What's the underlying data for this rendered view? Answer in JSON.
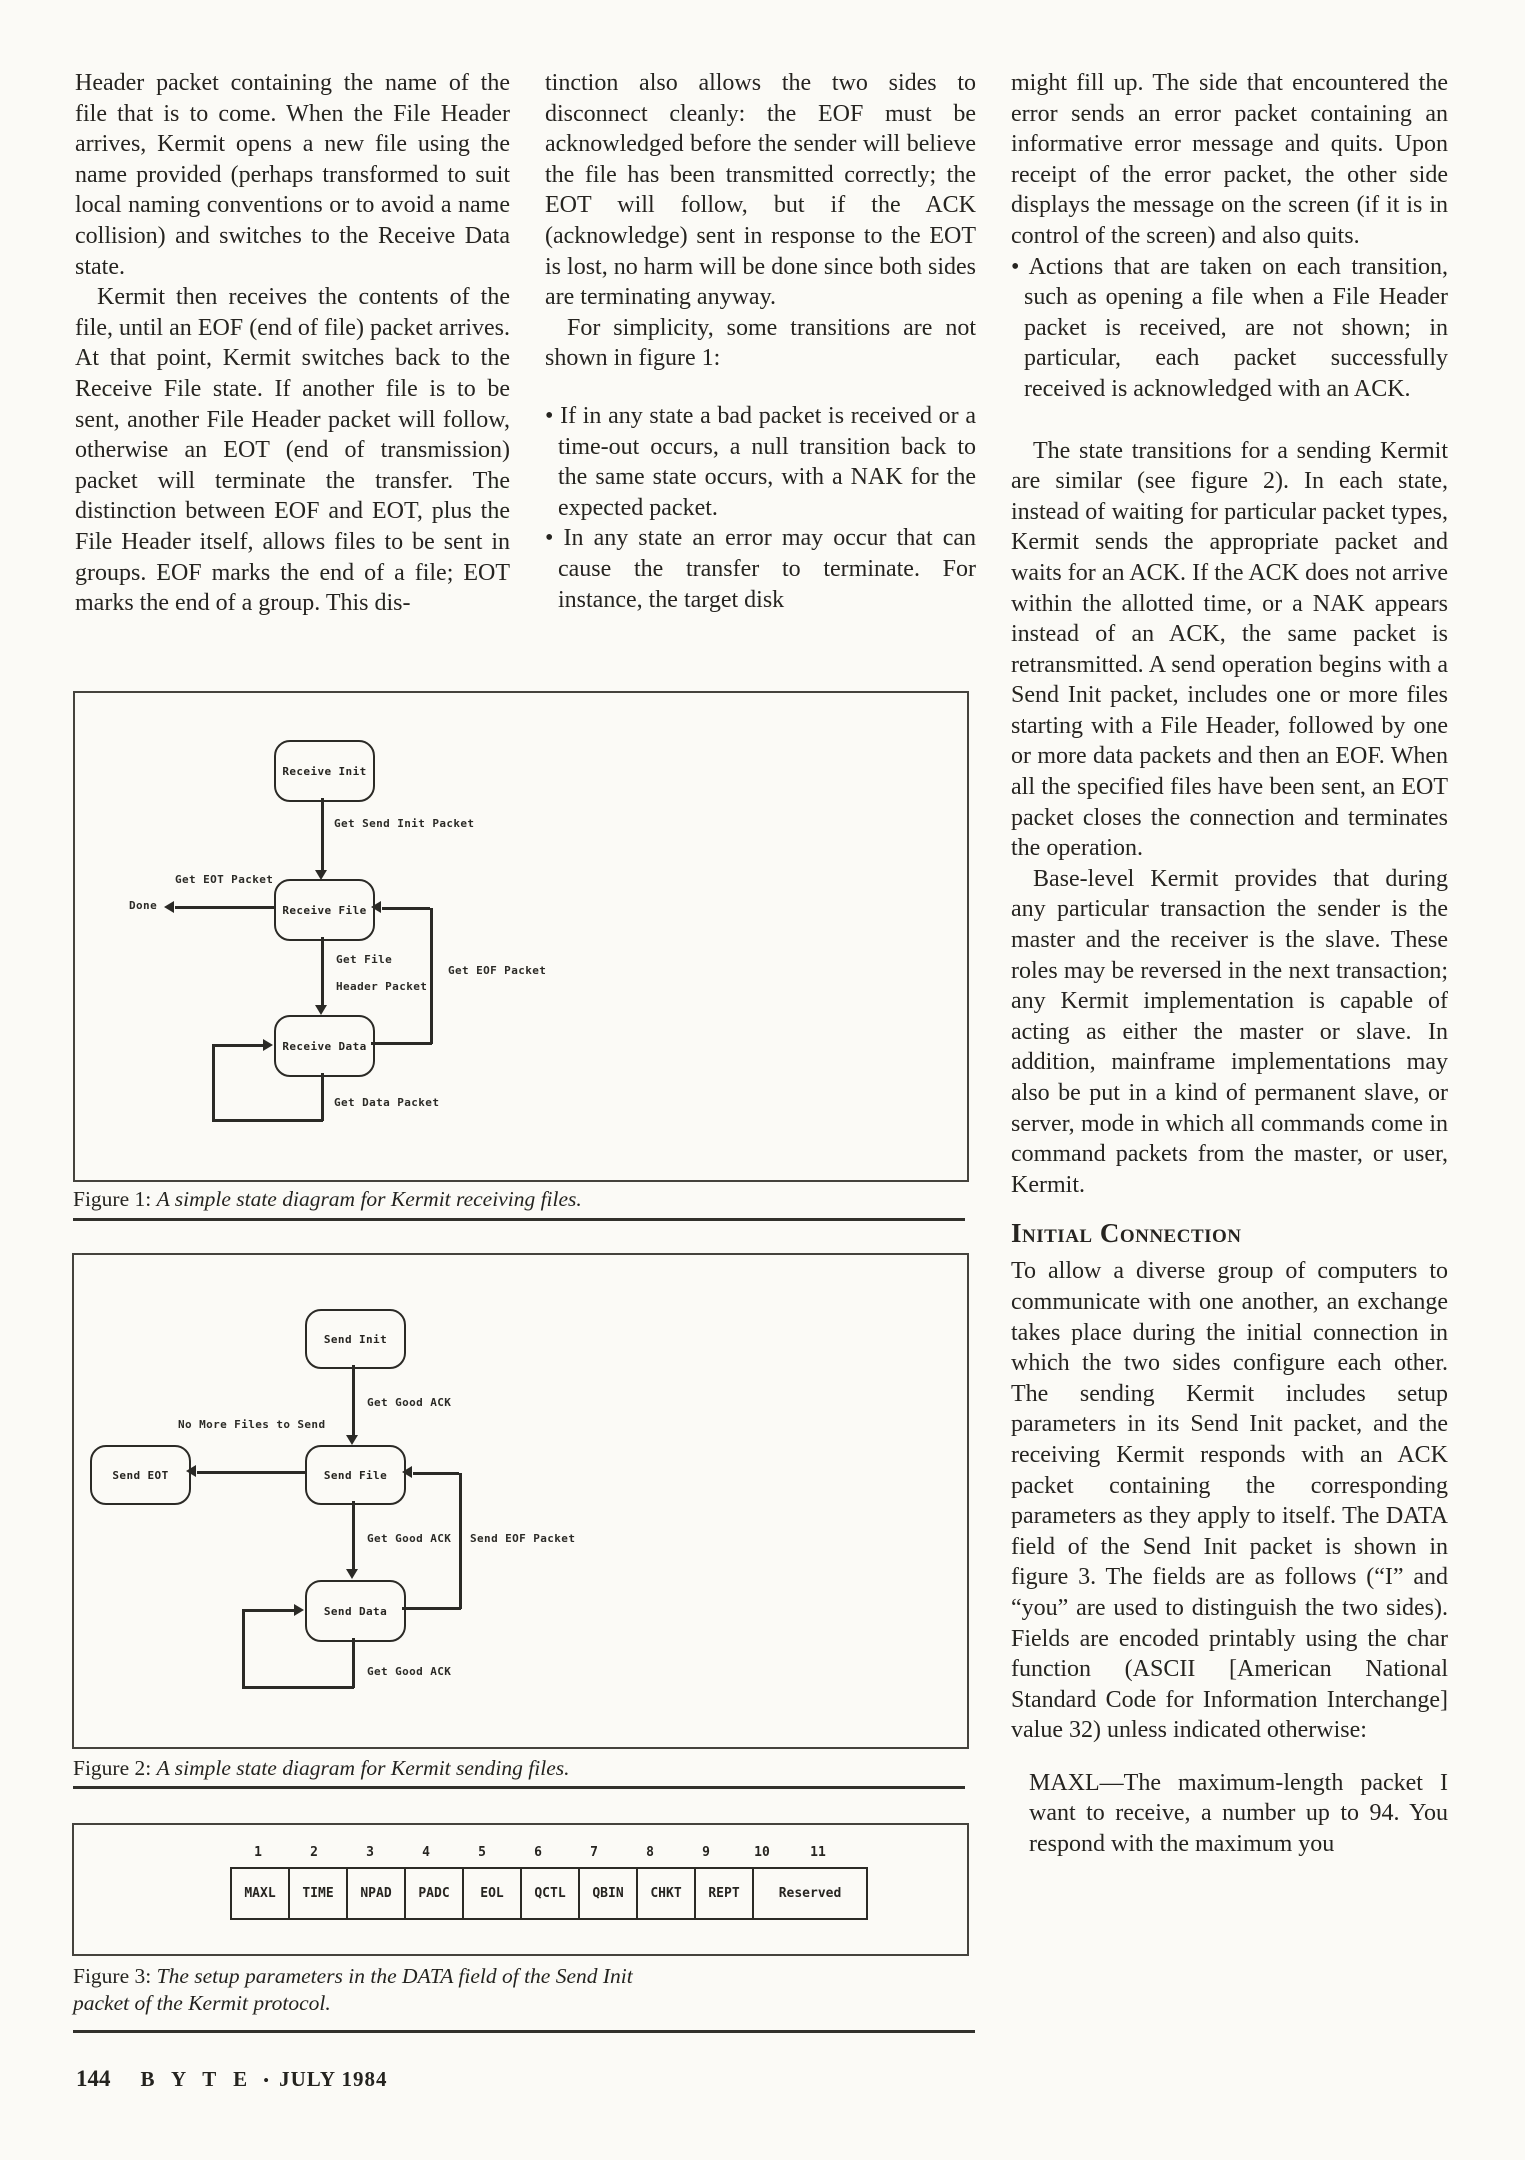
{
  "article": {
    "column1": {
      "p1": "Header packet containing the name of the file that is to come. When the File Header arrives, Kermit opens a new file using the name provided (perhaps transformed to suit local naming conventions or to avoid a name collision) and switches to the Receive Data state.",
      "p2": "Kermit then receives the contents of the file, until an EOF (end of file) packet arrives. At that point, Kermit switches back to the Receive File state. If another file is to be sent, another File Header packet will follow, otherwise an EOT (end of transmission) packet will terminate the transfer. The distinction between EOF and EOT, plus the File Header itself, allows files to be sent in groups. EOF marks the end of a file; EOT marks the end of a group. This dis-"
    },
    "column2": {
      "p1": "tinction also allows the two sides to disconnect cleanly: the EOF must be acknowledged before the sender will believe the file has been transmitted correctly; the EOT will follow, but if the ACK (acknowledge) sent in response to the EOT is lost, no harm will be done since both sides are terminating anyway.",
      "p2": "For simplicity, some transitions are not shown in figure 1:",
      "bullet1": "• If in any state a bad packet is received or a time-out occurs, a null transition back to the same state occurs, with a NAK for the expected packet.",
      "bullet2": "• In any state an error may occur that can cause the transfer to terminate. For instance, the target disk"
    },
    "column3": {
      "bullet2_cont": "might fill up. The side that encountered the error sends an error packet containing an informative error message and quits. Upon receipt of the error packet, the other side displays the message on the screen (if it is in control of the screen) and also quits.",
      "bullet3": "• Actions that are taken on each transition, such as opening a file when a File Header packet is received, are not shown; in particular, each packet successfully received is acknowledged with an ACK.",
      "p1": "The state transitions for a sending Kermit are similar (see figure 2). In each state, instead of waiting for particular packet types, Kermit sends the appropriate packet and waits for an ACK. If the ACK does not arrive within the allotted time, or a NAK appears instead of an ACK, the same packet is retransmitted. A send operation begins with a Send Init packet, includes one or more files starting with a File Header, followed by one or more data packets and then an EOF. When all the specified files have been sent, an EOT packet closes the connection and terminates the operation.",
      "p2": "Base-level Kermit provides that during any particular transaction the sender is the master and the receiver is the slave. These roles may be reversed in the next transaction; any Kermit implementation is capable of acting as either the master or slave. In addition, mainframe implementations may also be put in a kind of permanent slave, or server, mode in which all commands come in command packets from the master, or user, Kermit.",
      "heading": "Initial Connection",
      "p3": "To allow a diverse group of computers to communicate with one another, an exchange takes place during the initial connection in which the two sides configure each other. The sending Kermit includes setup parameters in its Send Init packet, and the receiving Kermit responds with an ACK packet containing the corresponding parameters as they apply to itself. The DATA field of the Send Init packet is shown in figure 3. The fields are as follows (“I” and “you” are used to distinguish the two sides). Fields are encoded printably using the char function (ASCII [American National Standard Code for Information Interchange] value 32) unless indicated otherwise:",
      "p4_maxl": "MAXL—The maximum-length packet I want to receive, a number up to 94. You respond with the maximum you"
    }
  },
  "figure1": {
    "caption_label": "Figure 1:",
    "caption_text": "A simple state diagram for Kermit receiving files.",
    "states": {
      "receive_init": "Receive Init",
      "receive_file": "Receive File",
      "receive_data": "Receive Data"
    },
    "labels": {
      "get_send_init": "Get Send Init Packet",
      "get_eot": "Get EOT Packet",
      "done": "Done",
      "get_file_header_line1": "Get File",
      "get_file_header_line2": "Header Packet",
      "get_eof": "Get EOF Packet",
      "get_data": "Get Data Packet"
    }
  },
  "figure2": {
    "caption_label": "Figure 2:",
    "caption_text": "A simple state diagram for Kermit sending files.",
    "states": {
      "send_init": "Send Init",
      "send_file": "Send File",
      "send_data": "Send Data",
      "send_eot": "Send EOT"
    },
    "labels": {
      "get_good_ack": "Get Good ACK",
      "no_more_files": "No More Files to Send",
      "send_eof": "Send EOF Packet"
    }
  },
  "figure3": {
    "caption_label": "Figure 3:",
    "caption_text": "The setup parameters in the DATA field of the Send Init packet of the Kermit protocol.",
    "fields": [
      {
        "num": "1",
        "label": "MAXL"
      },
      {
        "num": "2",
        "label": "TIME"
      },
      {
        "num": "3",
        "label": "NPAD"
      },
      {
        "num": "4",
        "label": "PADC"
      },
      {
        "num": "5",
        "label": "EOL"
      },
      {
        "num": "6",
        "label": "QCTL"
      },
      {
        "num": "7",
        "label": "QBIN"
      },
      {
        "num": "8",
        "label": "CHKT"
      },
      {
        "num": "9",
        "label": "REPT"
      }
    ],
    "reserved": {
      "num_a": "10",
      "num_b": "11",
      "label": "Reserved"
    }
  },
  "footer": {
    "page_number": "144",
    "magazine": "B Y T E",
    "separator": "•",
    "date": "JULY 1984"
  },
  "colors": {
    "paper": "#fbfaf6",
    "ink": "#262420",
    "line": "#2b2a26"
  }
}
